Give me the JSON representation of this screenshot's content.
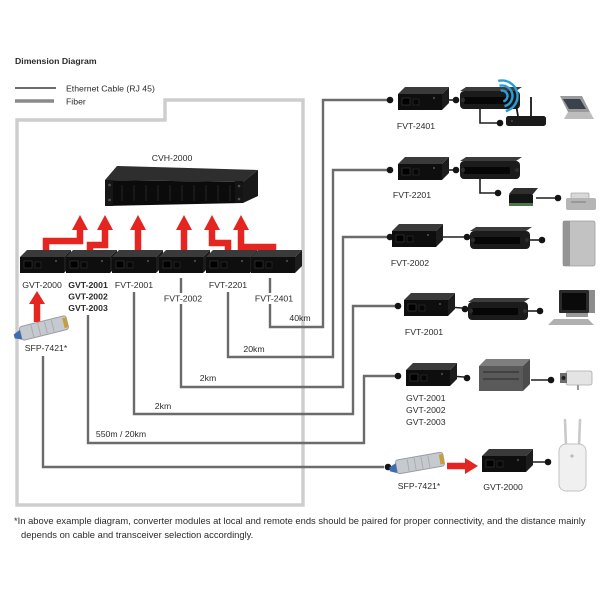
{
  "title": "Dimension Diagram",
  "legend": {
    "ethernet_label": "Ethernet Cable (RJ 45)",
    "fiber_label": "Fiber"
  },
  "colors": {
    "title_blue": "#1b7fc2",
    "arrow_red": "#e52620",
    "fiber_gray": "#6b6b6b",
    "ethernet_black": "#1f1f1f",
    "frame_gray": "#cdcdcd",
    "wifi_blue": "#2b9ed6"
  },
  "local": {
    "chassis": "CVH-2000",
    "modules": [
      "GVT-2000",
      "GVT-2001",
      "GVT-2002",
      "GVT-2003",
      "FVT-2001",
      "FVT-2002",
      "FVT-2201",
      "FVT-2401"
    ],
    "sfp": "SFP-7421*"
  },
  "distances": {
    "fvt2401": "40km",
    "fvt2201": "20km",
    "fvt2002": "2km",
    "fvt2001": "2km",
    "gvt": "550m / 20km"
  },
  "remote": {
    "row1": {
      "converter": "FVT-2401",
      "devices": [
        "ethernet-switch",
        "wireless-router",
        "laptop"
      ]
    },
    "row2": {
      "converter": "FVT-2201",
      "devices": [
        "ethernet-switch",
        "media-adapter",
        "printer"
      ]
    },
    "row3": {
      "converter": "FVT-2002",
      "devices": [
        "ethernet-switch",
        "tower-speaker"
      ]
    },
    "row4": {
      "converter": "FVT-2001",
      "devices": [
        "ethernet-switch",
        "desktop-computer"
      ]
    },
    "row5": {
      "converters": [
        "GVT-2001",
        "GVT-2002",
        "GVT-2003"
      ],
      "devices": [
        "dvr-box",
        "ip-camera"
      ]
    },
    "row6": {
      "sfp": "SFP-7421*",
      "converter": "GVT-2000",
      "devices": [
        "wireless-access-point"
      ]
    }
  },
  "icons": [
    "converter-module-icon",
    "chassis-icon",
    "sfp-transceiver-icon",
    "ethernet-switch-icon",
    "wireless-router-icon",
    "wifi-signal-icon",
    "laptop-icon",
    "printer-icon",
    "media-adapter-icon",
    "tower-speaker-icon",
    "desktop-computer-icon",
    "dvr-box-icon",
    "ip-camera-icon",
    "wireless-access-point-icon",
    "up-arrow-icon",
    "right-arrow-icon"
  ],
  "footnote": "*In above example diagram, converter modules at local and remote ends should be paired for proper connectivity, and the distance mainly depends on cable and transceiver selection accordingly."
}
